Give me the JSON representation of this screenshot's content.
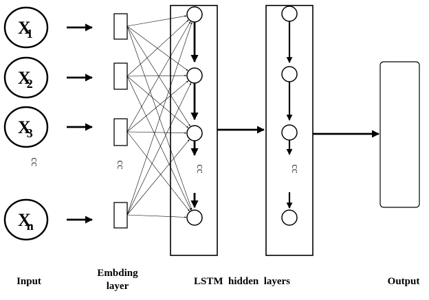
{
  "inputs": [
    {
      "main": "X",
      "sub": "1"
    },
    {
      "main": "X",
      "sub": "2"
    },
    {
      "main": "X",
      "sub": "3"
    },
    {
      "main": "X",
      "sub": "n"
    }
  ],
  "ellipsis": "cc",
  "labels": {
    "input": "Input",
    "embedding_line1": "Embding",
    "embedding_line2": "layer",
    "lstm": "LSTM  hidden  layers",
    "output": "Output"
  }
}
